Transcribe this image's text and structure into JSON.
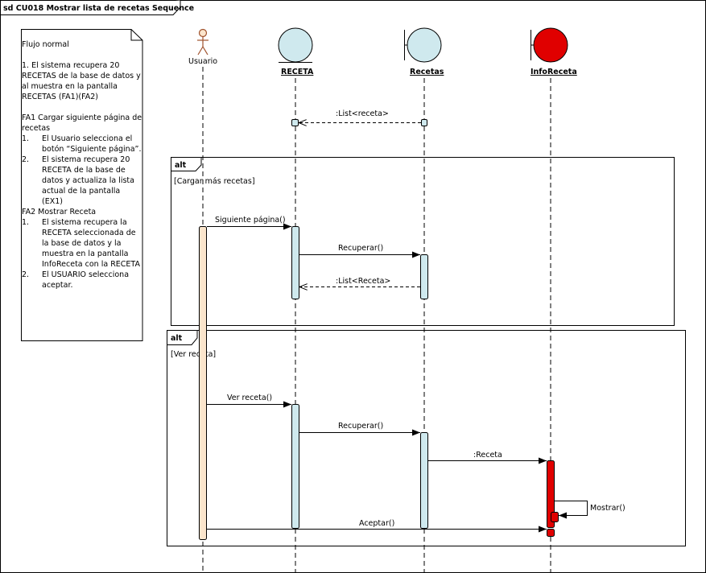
{
  "frame": {
    "title": "sd CU018 Mostrar lista de recetas Sequence"
  },
  "note": {
    "heading": "Flujo normal",
    "main_step": "1. El sistema recupera 20 RECETAS de la base de datos y al muestra en la pantalla RECETAS (FA1)(FA2)",
    "fa1_title": "FA1 Cargar siguiente página de recetas",
    "fa1_steps": [
      {
        "num": "1.",
        "text": "El Usuario selecciona el botón “Siguiente página”."
      },
      {
        "num": "2.",
        "text": "El sistema recupera 20 RECETA de la base de datos y actualiza la lista actual de la pantalla (EX1)"
      }
    ],
    "fa2_title": "FA2 Mostrar Receta",
    "fa2_steps": [
      {
        "num": "1.",
        "text": "El sistema recupera la RECETA seleccionada de la base de datos y la muestra en la pantalla InfoReceta con la RECETA"
      },
      {
        "num": "2.",
        "text": "El USUARIO selecciona aceptar."
      }
    ]
  },
  "lifelines": {
    "usuario": "Usuario",
    "receta": "RECETA",
    "recetas": "Recetas",
    "inforeceta": "InfoReceta"
  },
  "colors": {
    "entity": "#cfe9ee",
    "activation": "#cfe9ee",
    "actor_activation": "#fbe5cc",
    "inforeceta": "#e00000"
  },
  "fragments": [
    {
      "operator": "alt",
      "guard": "[Cargar más recetas]"
    },
    {
      "operator": "alt",
      "guard": "[Ver receta]"
    }
  ],
  "messages": {
    "m1": ":List<receta>",
    "m2": "Siguiente página()",
    "m3": "Recuperar()",
    "m4": ":List<Receta>",
    "m5": "Ver receta()",
    "m6": "Recuperar()",
    "m7": ":Receta",
    "m8": "Mostrar()",
    "m9": "Aceptar()"
  }
}
